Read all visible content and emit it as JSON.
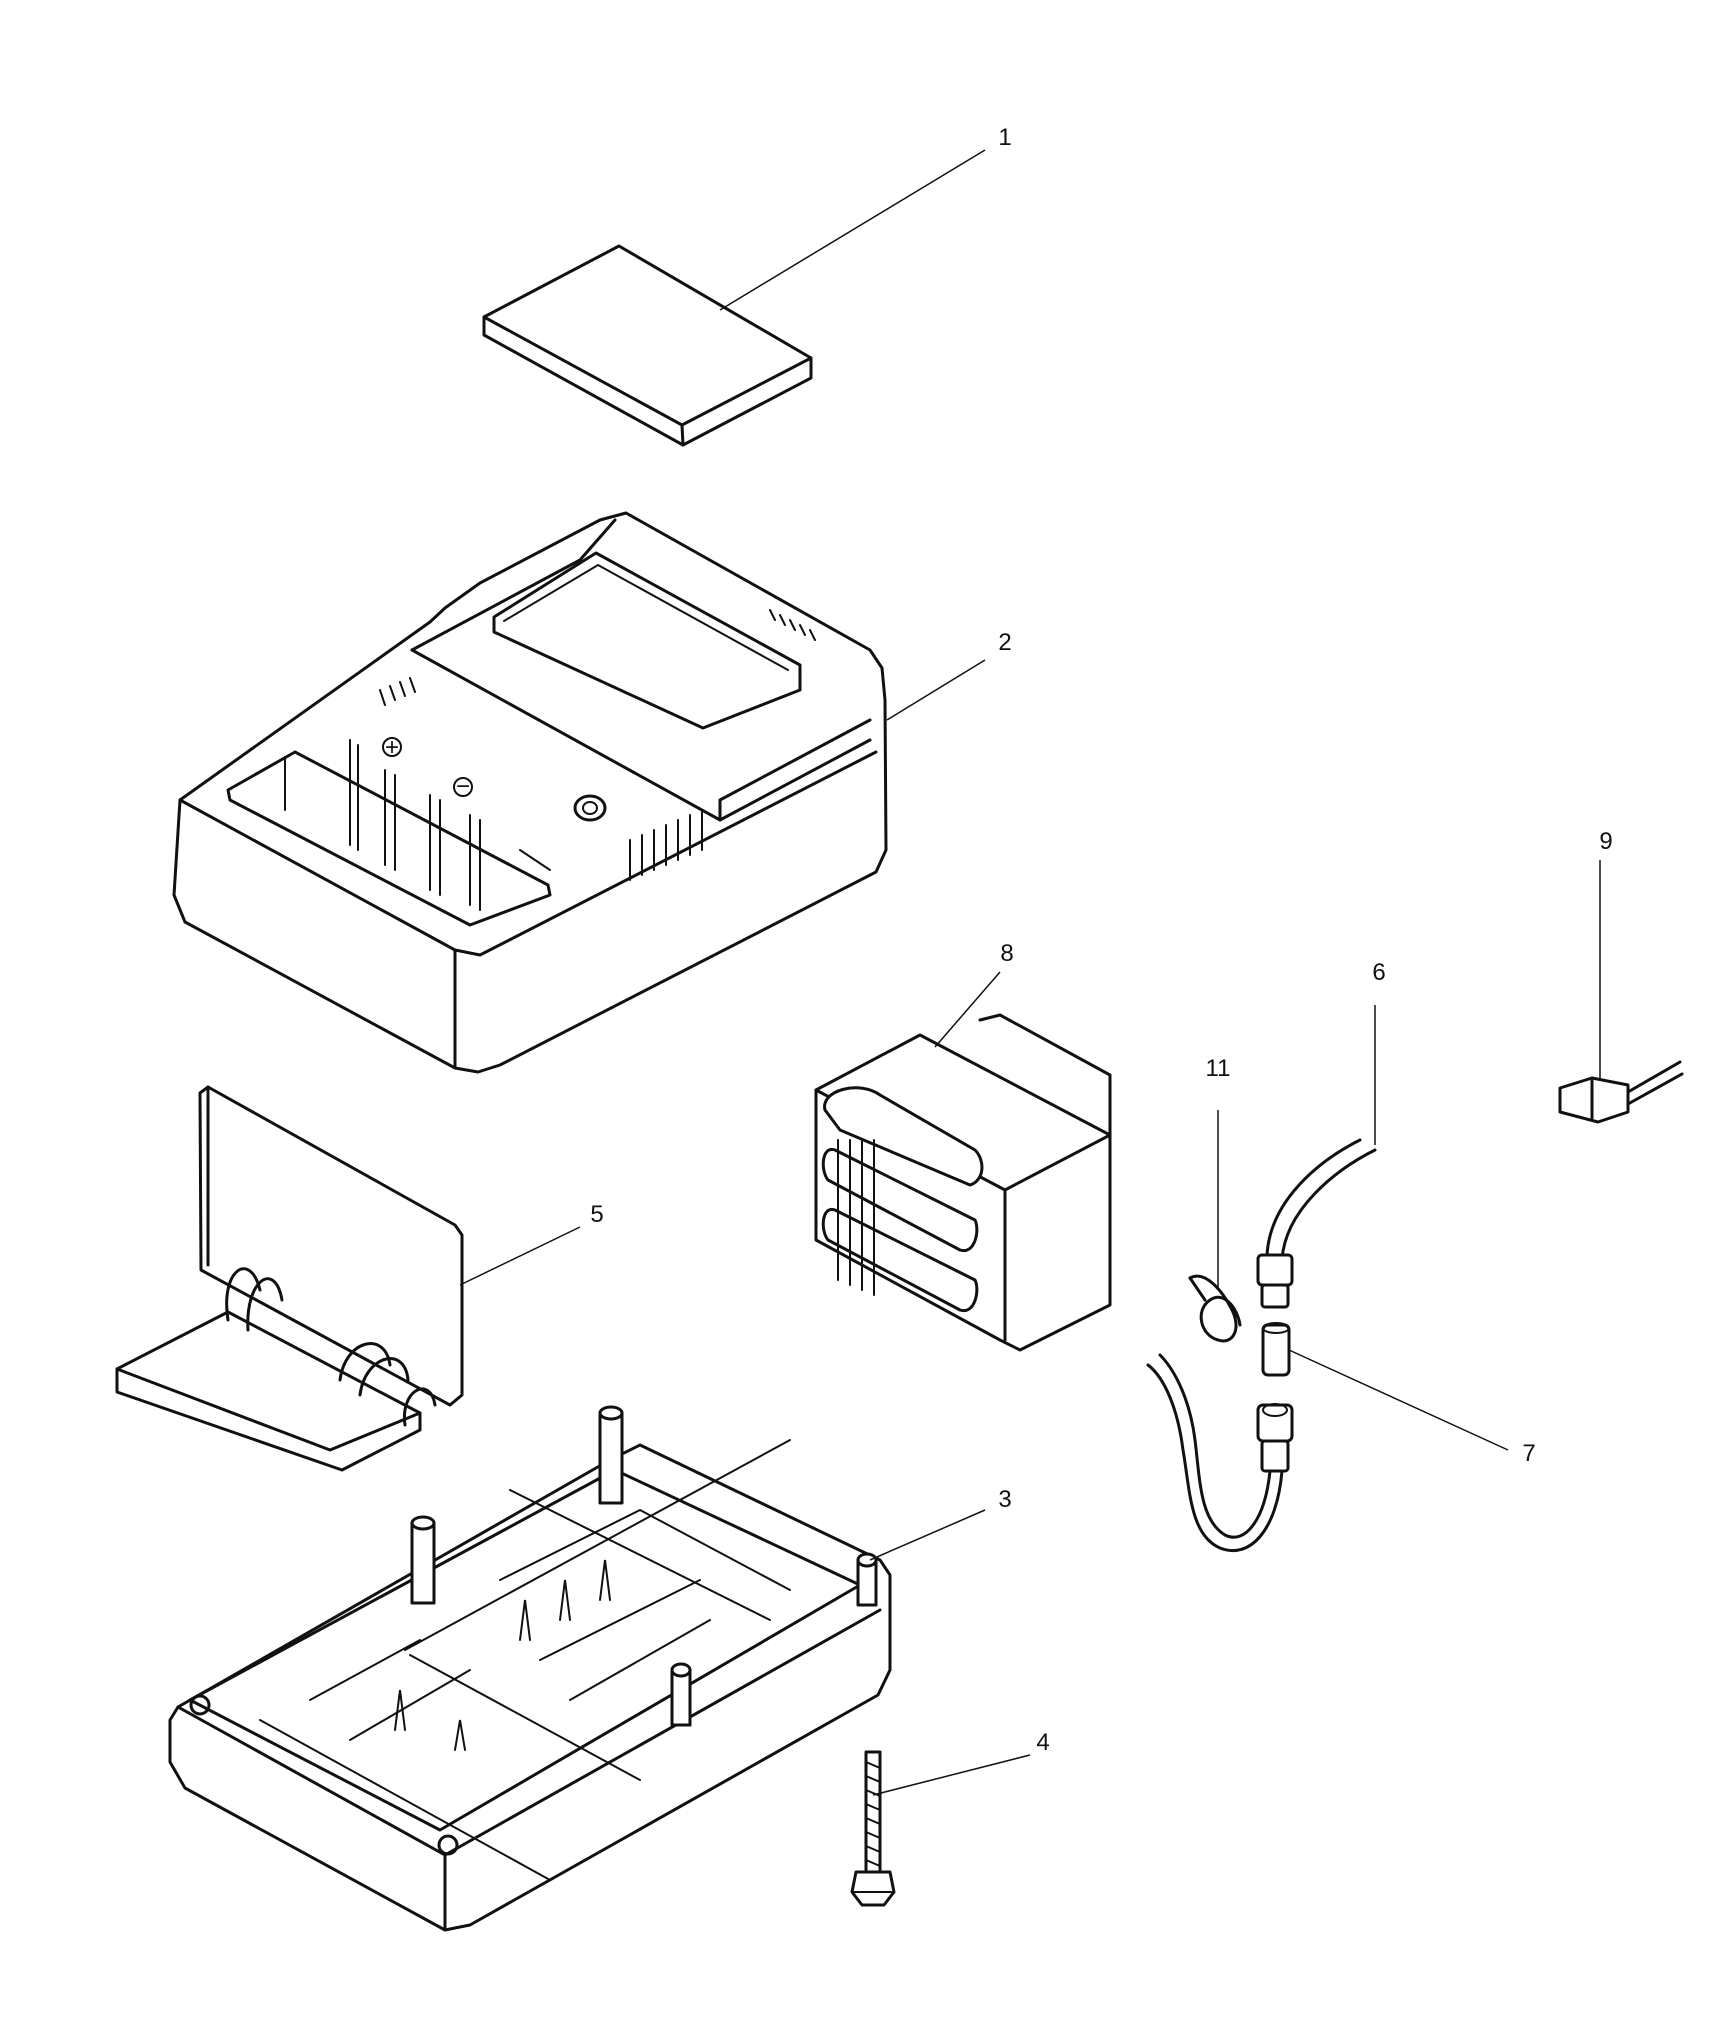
{
  "callouts": [
    {
      "id": "1",
      "label": "1"
    },
    {
      "id": "2",
      "label": "2"
    },
    {
      "id": "3",
      "label": "3"
    },
    {
      "id": "4",
      "label": "4"
    },
    {
      "id": "5",
      "label": "5"
    },
    {
      "id": "6",
      "label": "6"
    },
    {
      "id": "7",
      "label": "7"
    },
    {
      "id": "8",
      "label": "8"
    },
    {
      "id": "9",
      "label": "9"
    },
    {
      "id": "11",
      "label": "11"
    }
  ],
  "symbols": {
    "plus": "+",
    "minus": "−"
  }
}
